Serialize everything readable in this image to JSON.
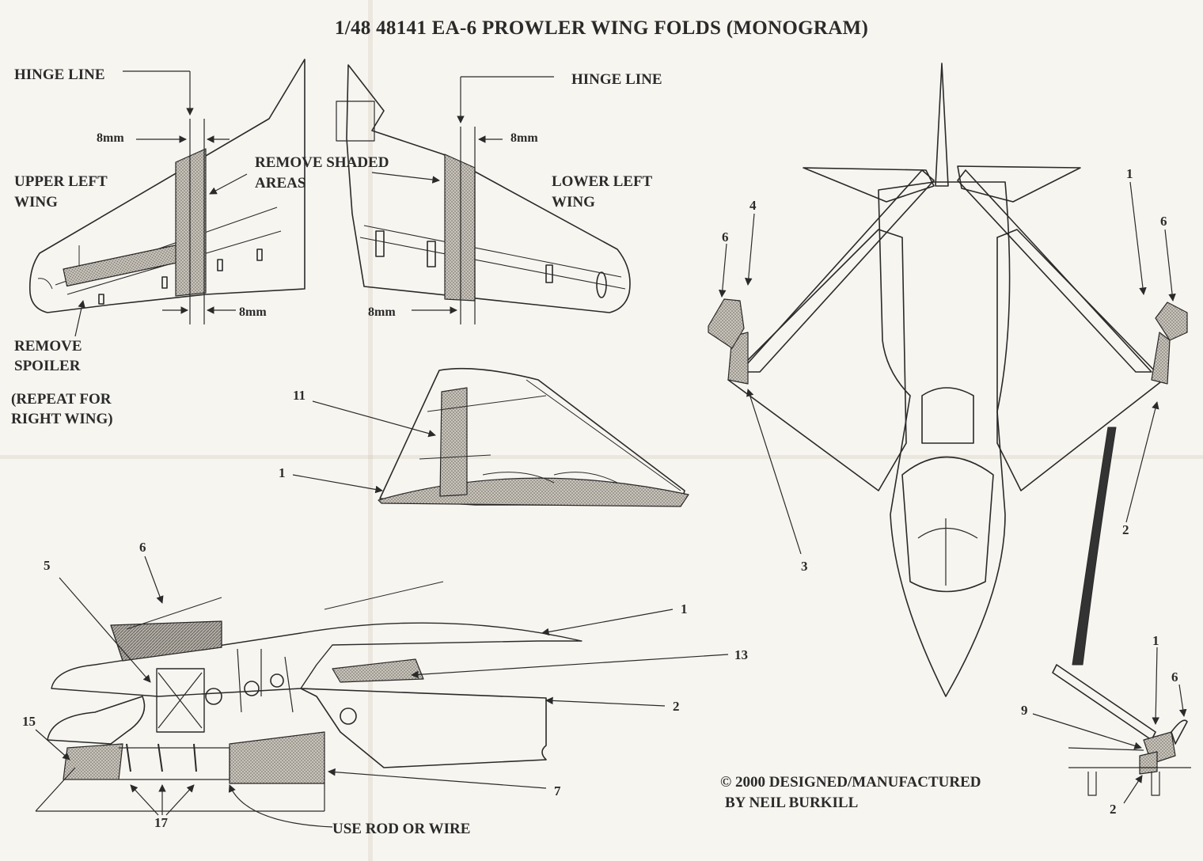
{
  "title": "1/48  48141  EA-6 PROWLER WING FOLDS  (MONOGRAM)",
  "labels": {
    "hinge_line_left": "HINGE LINE",
    "hinge_line_right": "HINGE LINE",
    "upper_left_wing_1": "UPPER LEFT",
    "upper_left_wing_2": "WING",
    "lower_left_wing_1": "LOWER LEFT",
    "lower_left_wing_2": "WING",
    "remove_shaded_1": "REMOVE SHADED",
    "remove_shaded_2": "AREAS",
    "remove_spoiler_1": "REMOVE",
    "remove_spoiler_2": "SPOILER",
    "repeat_1": "(REPEAT FOR",
    "repeat_2": "RIGHT WING)",
    "dim_8mm_a": "8mm",
    "dim_8mm_b": "8mm",
    "dim_8mm_c": "8mm",
    "dim_8mm_d": "8mm",
    "use_rod": "USE ROD OR WIRE",
    "copyright_1": "© 2000 DESIGNED/MANUFACTURED",
    "copyright_2": "BY NEIL BURKILL"
  },
  "part_numbers": {
    "p11": "11",
    "p1_wingtip": "1",
    "p6_side": "6",
    "p5_side": "5",
    "p1_side": "1",
    "p13_side": "13",
    "p2_side": "2",
    "p15_side": "15",
    "p7_side": "7",
    "p17_side": "17",
    "p4_plan": "4",
    "p6_plan_left": "6",
    "p1_plan": "1",
    "p6_plan_right": "6",
    "p3_plan": "3",
    "p2_plan": "2",
    "p1_detail": "1",
    "p6_detail": "6",
    "p9_detail": "9",
    "p2_detail": "2"
  },
  "colors": {
    "ink": "#2a2a2a",
    "paper": "#f7f5f0",
    "shade": "#b9b4ab"
  }
}
